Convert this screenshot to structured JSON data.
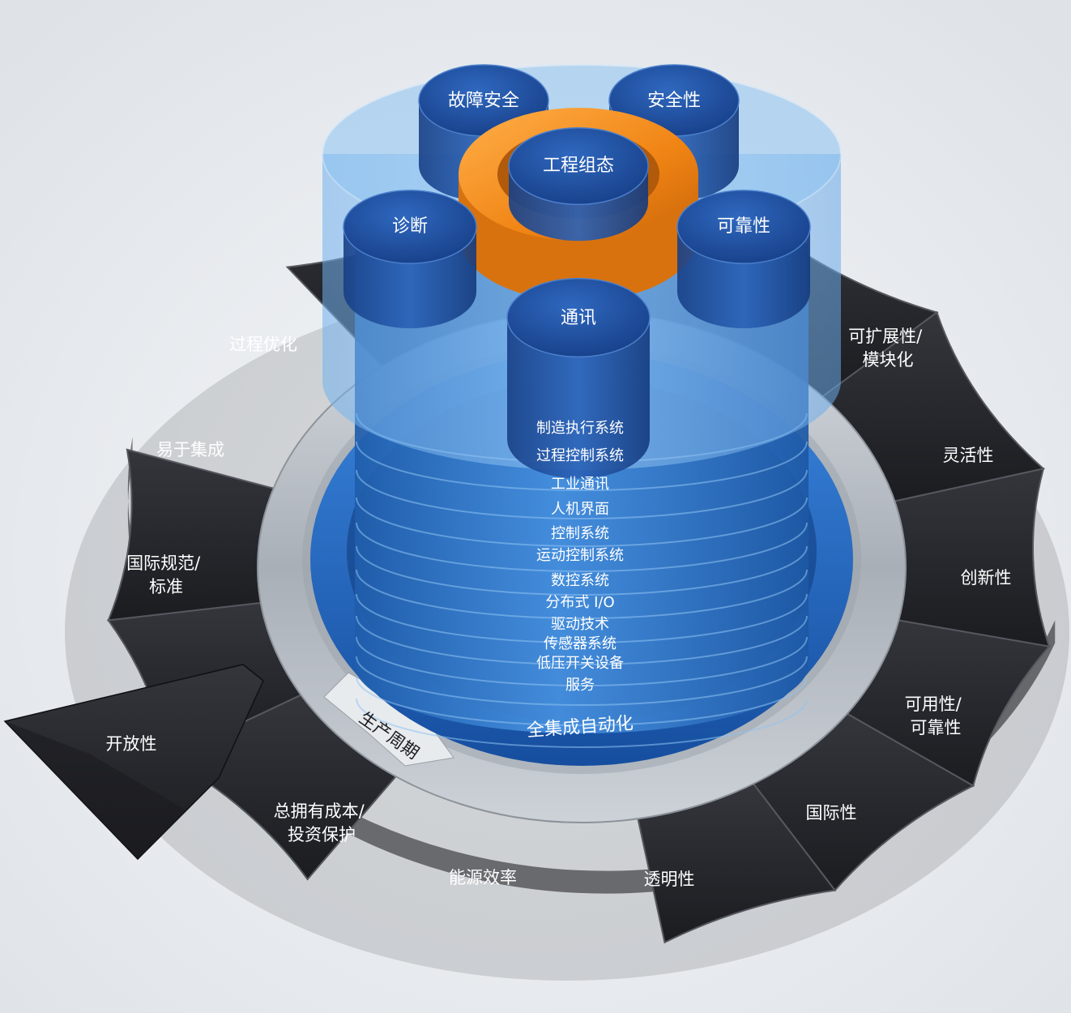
{
  "outer_ring_labels": [
    {
      "id": "process-optimization",
      "lines": [
        "过程优化"
      ]
    },
    {
      "id": "easy-integration",
      "lines": [
        "易于集成"
      ]
    },
    {
      "id": "international-standards",
      "lines": [
        "国际规范/",
        "标准"
      ]
    },
    {
      "id": "openness",
      "lines": [
        "开放性"
      ]
    },
    {
      "id": "tco-investment-protection",
      "lines": [
        "总拥有成本/",
        "投资保护"
      ]
    },
    {
      "id": "energy-efficiency",
      "lines": [
        "能源效率"
      ]
    },
    {
      "id": "transparency",
      "lines": [
        "透明性"
      ]
    },
    {
      "id": "internationality",
      "lines": [
        "国际性"
      ]
    },
    {
      "id": "availability-reliability",
      "lines": [
        "可用性/",
        "可靠性"
      ]
    },
    {
      "id": "innovation",
      "lines": [
        "创新性"
      ]
    },
    {
      "id": "flexibility",
      "lines": [
        "灵活性"
      ]
    },
    {
      "id": "scalability-modularity",
      "lines": [
        "可扩展性/",
        "模块化"
      ]
    }
  ],
  "lifecycle_label": "生产周期",
  "base_label": "全集成自动化",
  "layers": [
    "制造执行系统",
    "过程控制系统",
    "工业通讯",
    "人机界面",
    "控制系统",
    "运动控制系统",
    "数控系统",
    "分布式 I/O",
    "驱动技术",
    "传感器系统",
    "低压开关设备",
    "服务"
  ],
  "top_pillars": [
    {
      "id": "fail-safe",
      "label": "故障安全"
    },
    {
      "id": "safety",
      "label": "安全性"
    },
    {
      "id": "diagnostics",
      "label": "诊断"
    },
    {
      "id": "engineering",
      "label": "工程组态"
    },
    {
      "id": "reliability",
      "label": "可靠性"
    },
    {
      "id": "communication",
      "label": "通讯"
    }
  ],
  "colors": {
    "ring_dark": "#2b2c31",
    "ring_silver": "#aeb3ba",
    "base_blue": "#1d5fb8",
    "cylinder_blue": "#2a78d0",
    "pillar_blue": "#1e4fa3",
    "engineering_orange": "#f08a18",
    "background": "#e6e9ed"
  }
}
